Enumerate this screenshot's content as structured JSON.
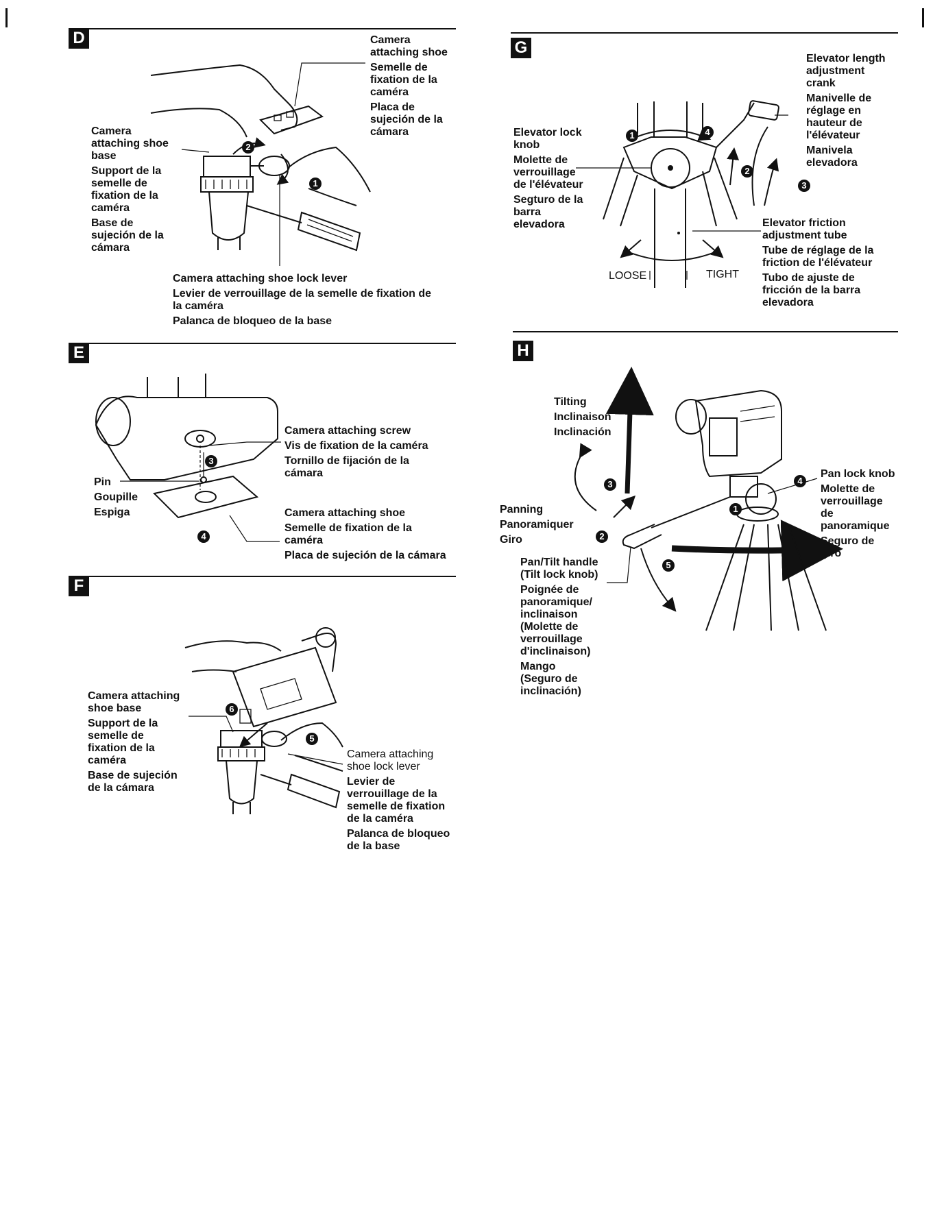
{
  "sections": {
    "D": {
      "badge": "D",
      "labels": {
        "shoe": [
          "Camera",
          "attaching shoe",
          "Semelle de",
          "fixation de la",
          "caméra",
          "Placa de",
          "sujeción de la",
          "cámara"
        ],
        "base": [
          "Camera",
          "attaching shoe",
          "base",
          "Support de la",
          "semelle de",
          "fixation de la",
          "caméra",
          "Base de",
          "sujeción de la",
          "cámara"
        ],
        "lever": [
          "Camera attaching shoe lock lever",
          "Levier de verrouillage de la semelle de fixation de",
          "la caméra",
          "Palanca de bloqueo de la base"
        ]
      },
      "steps": [
        "2",
        "1"
      ]
    },
    "E": {
      "badge": "E",
      "labels": {
        "screw": [
          "Camera attaching screw",
          "Vis de fixation de la caméra",
          "Tornillo de fijación de la",
          "cámara"
        ],
        "pin": [
          "Pin",
          "Goupille",
          "Espiga"
        ],
        "shoe": [
          "Camera attaching shoe",
          "Semelle de fixation de la",
          "caméra",
          "Placa de sujeción de la cámara"
        ]
      },
      "steps": [
        "3",
        "4"
      ]
    },
    "F": {
      "badge": "F",
      "labels": {
        "base": [
          "Camera attaching",
          "shoe base",
          "Support de la",
          "semelle de",
          "fixation de la",
          "caméra",
          "Base de sujeción",
          "de la cámara"
        ],
        "lever": [
          "Camera attaching",
          "shoe lock lever",
          "Levier de",
          "verrouillage de la",
          "semelle de fixation",
          "de la caméra",
          "Palanca de bloqueo",
          "de la base"
        ]
      },
      "steps": [
        "6",
        "5"
      ]
    },
    "G": {
      "badge": "G",
      "labels": {
        "crank": [
          "Elevator length",
          "adjustment",
          "crank",
          "Manivelle de",
          "réglage en",
          "hauteur de",
          "l'élévateur",
          "Manivela",
          "elevadora"
        ],
        "knob": [
          "Elevator lock",
          "knob",
          "Molette de",
          "verrouillage",
          "de l'élévateur",
          "Segturo de la",
          "barra",
          "elevadora"
        ],
        "tube": [
          "Elevator friction",
          "adjustment tube",
          "Tube de réglage de la",
          "friction de l'élévateur",
          "Tubo de ajuste de",
          "fricción de la barra",
          "elevadora"
        ],
        "loose": "LOOSE",
        "tight": "TIGHT"
      },
      "steps": [
        "1",
        "4",
        "2",
        "3"
      ]
    },
    "H": {
      "badge": "H",
      "labels": {
        "tilting": [
          "Tilting",
          "Inclinaison",
          "Inclinación"
        ],
        "panning": [
          "Panning",
          "Panoramiquer",
          "Giro"
        ],
        "handle": [
          "Pan/Tilt handle",
          "(Tilt lock knob)",
          "Poignée de",
          "panoramique/",
          "inclinaison",
          "(Molette de",
          "verrouillage",
          "d'inclinaison)",
          "Mango",
          "(Seguro de",
          "inclinación)"
        ],
        "panlock": [
          "Pan lock knob",
          "Molette de",
          "verrouillage",
          "de",
          "panoramique",
          "Seguro de",
          "giro"
        ]
      },
      "steps": [
        "3",
        "2",
        "5",
        "4",
        "1"
      ]
    }
  }
}
